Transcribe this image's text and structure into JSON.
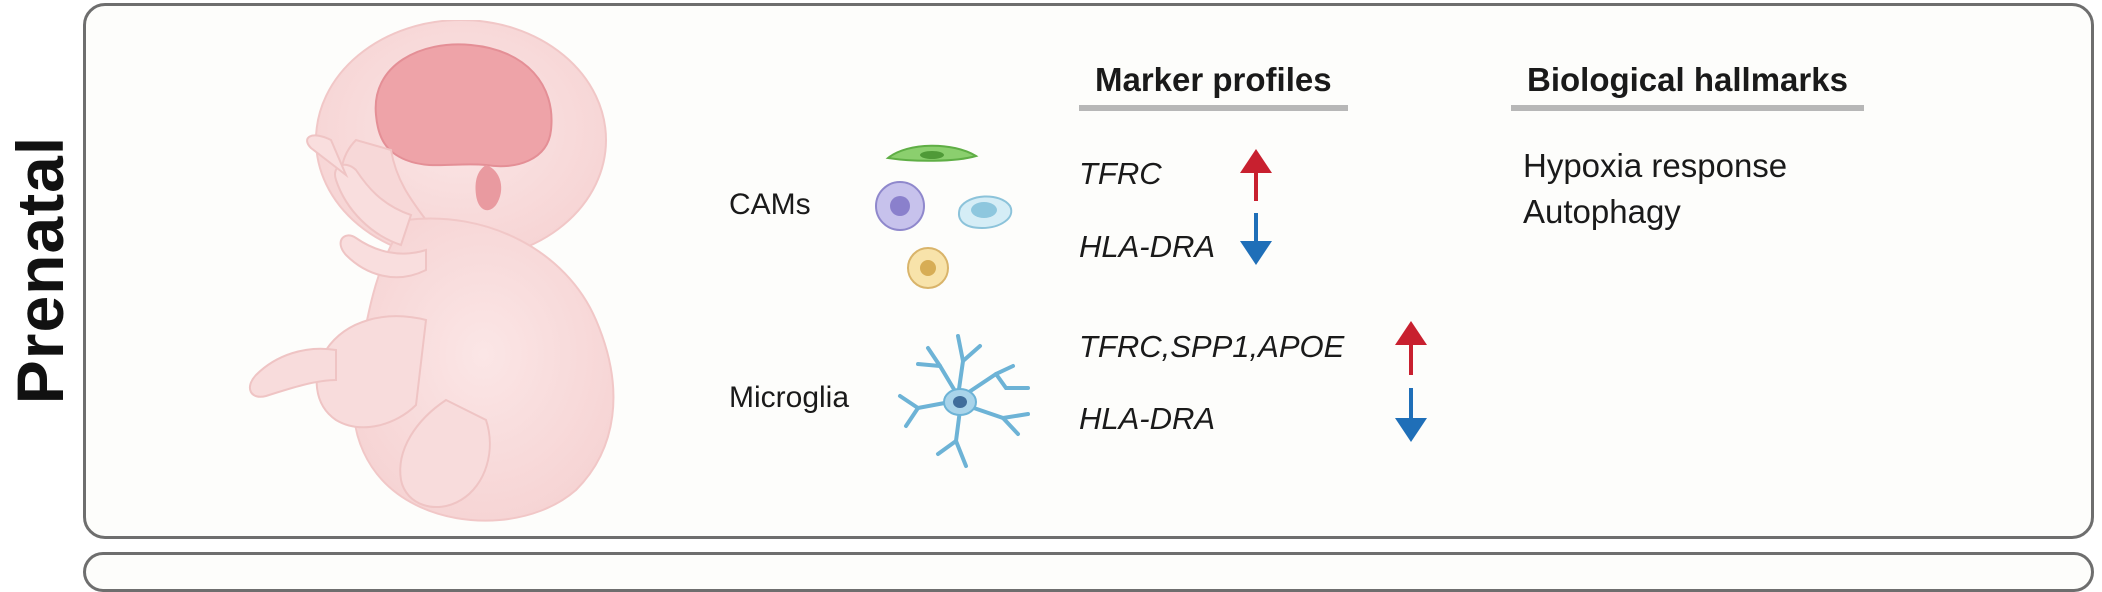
{
  "stage_label": "Prenatal",
  "sections": {
    "markers_heading": "Marker profiles",
    "hallmarks_heading": "Biological hallmarks"
  },
  "cell_types": [
    {
      "label": "CAMs",
      "up_genes": "TFRC",
      "down_genes": "HLA-DRA"
    },
    {
      "label": "Microglia",
      "up_genes": "TFRC,SPP1,APOE",
      "down_genes": "HLA-DRA"
    }
  ],
  "hallmarks": [
    "Hypoxia response",
    "Autophagy"
  ],
  "colors": {
    "up_arrow": "#c8202f",
    "down_arrow": "#1f6fb8",
    "panel_border": "#6e6e6e",
    "heading_rule": "#b7b7b7"
  },
  "icons": [
    "fetus-illustration",
    "cam-cells-illustration",
    "microglia-cell-illustration",
    "up-arrow-icon",
    "down-arrow-icon"
  ]
}
